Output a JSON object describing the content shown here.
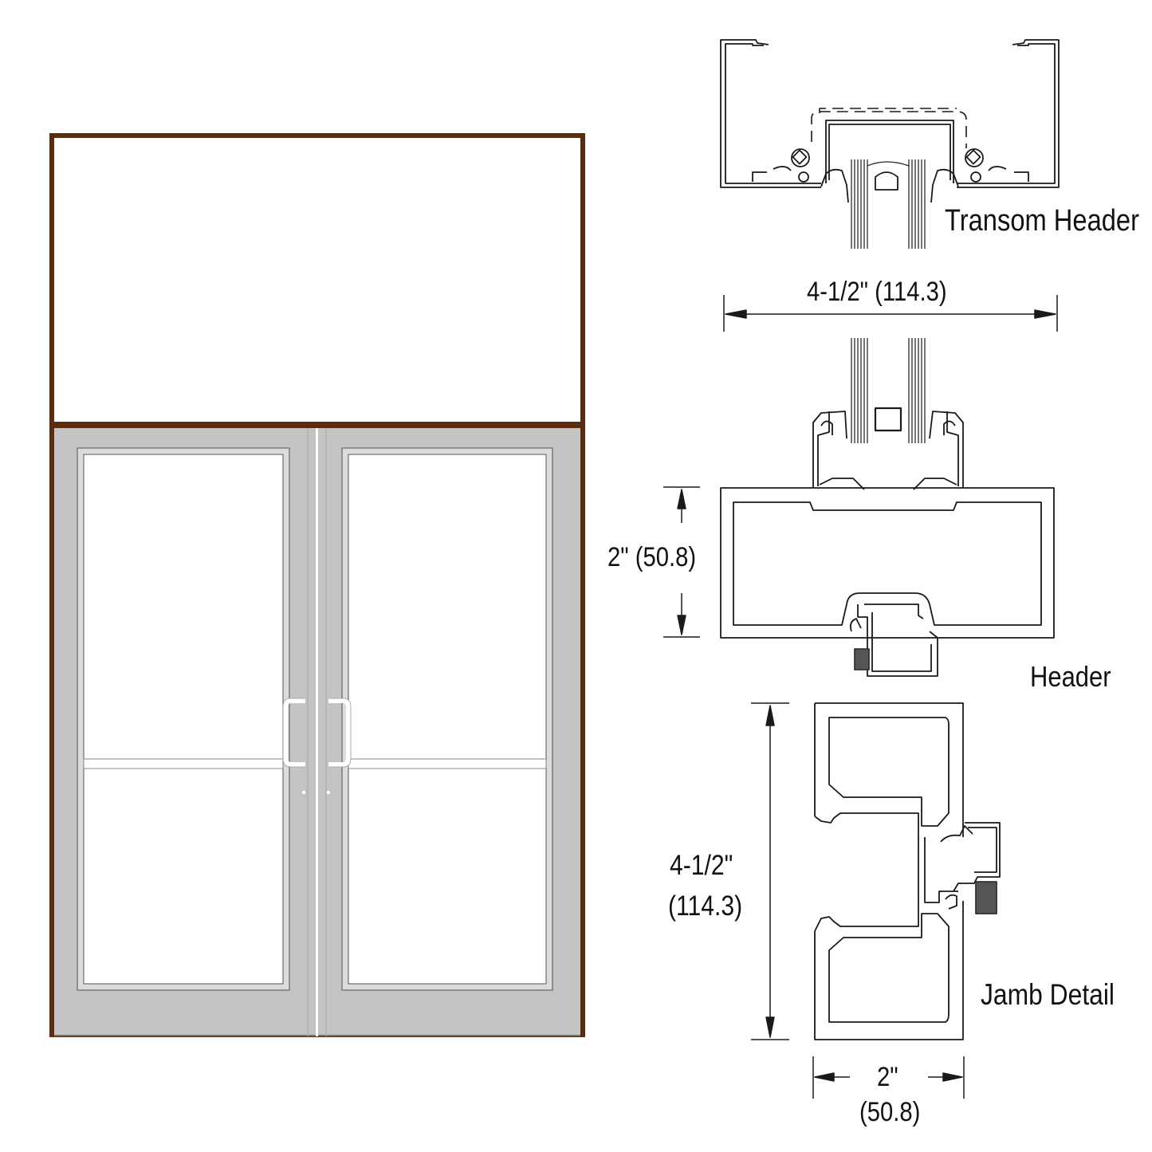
{
  "colors": {
    "frame": "#5a2d12",
    "door_finish": "#c4c4c4",
    "door_edge": "#8e8e8e",
    "glass": "#ffffff",
    "line": "#1a1a1a",
    "handle": "#ffffff"
  },
  "elevation": {
    "description": "Double door with transom, elevation view",
    "transom": {
      "panel": "glass"
    },
    "doors": [
      {
        "side": "left",
        "handle": "offset pull",
        "midrail": true
      },
      {
        "side": "right",
        "handle": "offset pull",
        "midrail": true
      }
    ]
  },
  "details": {
    "transom_header": {
      "label": "Transom Header",
      "dimension": "4-1/2\" (114.3)"
    },
    "header": {
      "label": "Header",
      "dimension": "2\" (50.8)"
    },
    "jamb": {
      "label": "Jamb Detail",
      "dimension_height_line1": "4-1/2\"",
      "dimension_height_line2": "(114.3)",
      "dimension_width_line1": "2\"",
      "dimension_width_line2": "(50.8)"
    }
  }
}
